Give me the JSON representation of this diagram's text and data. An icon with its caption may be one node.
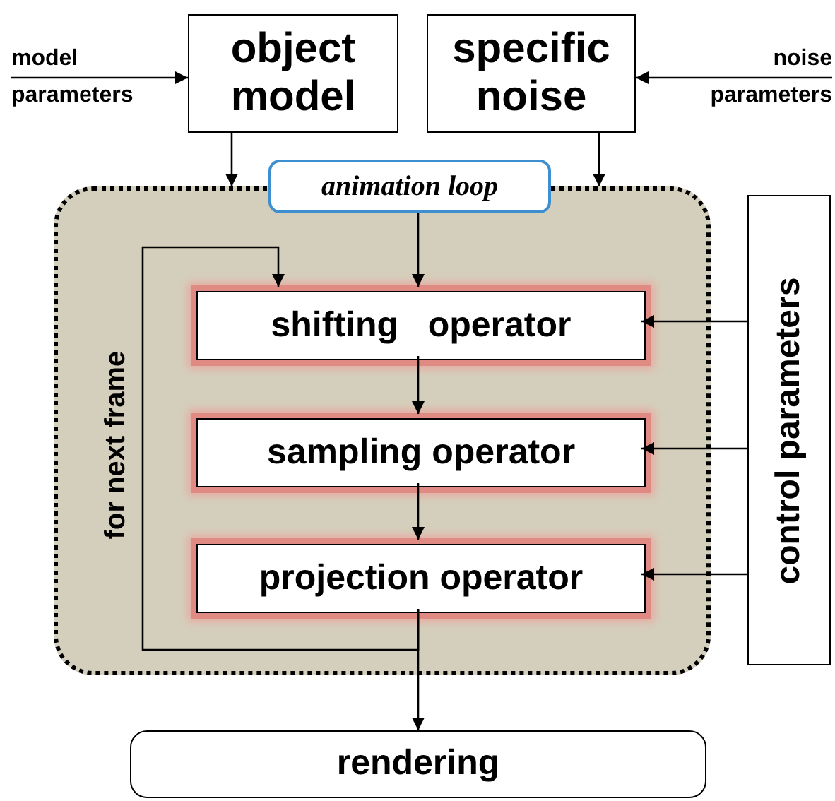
{
  "diagram": {
    "nodes": [
      {
        "text": [
          "model parameters"
        ]
      },
      {
        "text": [
          "noise parameters"
        ]
      },
      {
        "text": [
          "object model"
        ]
      },
      {
        "text": [
          "specific noise"
        ]
      },
      {
        "text": [],
        "shape": "box"
      },
      {
        "text": [
          "animation loop"
        ]
      },
      {
        "text": [
          "shifting   operator"
        ],
        "in": 4
      },
      {
        "text": [
          "sampling operator"
        ],
        "in": 4
      },
      {
        "text": [
          "projection operator"
        ],
        "in": 4
      },
      {
        "text": [
          "control parameters"
        ]
      },
      {
        "text": [
          "rendering"
        ]
      }
    ],
    "edges": [
      {
        "from": 0,
        "to": 2,
        "arrow": "to"
      },
      {
        "from": 1,
        "to": 3,
        "arrow": "to"
      },
      {
        "from": 2,
        "to": 4,
        "arrow": "to"
      },
      {
        "from": 3,
        "to": 4,
        "arrow": "to"
      },
      {
        "from": 5,
        "to": 6,
        "arrow": "to"
      },
      {
        "from": 6,
        "to": 7,
        "arrow": "to"
      },
      {
        "from": 7,
        "to": 8,
        "arrow": "to"
      },
      {
        "from": 9,
        "to": 6,
        "arrow": "to"
      },
      {
        "from": 9,
        "to": 7,
        "arrow": "to"
      },
      {
        "from": 9,
        "to": 8,
        "arrow": "to"
      },
      {
        "from": 8,
        "to": 10,
        "arrow": "to"
      },
      {
        "from": 8,
        "to": 6,
        "arrow": "to",
        "label": "for next frame"
      }
    ]
  }
}
